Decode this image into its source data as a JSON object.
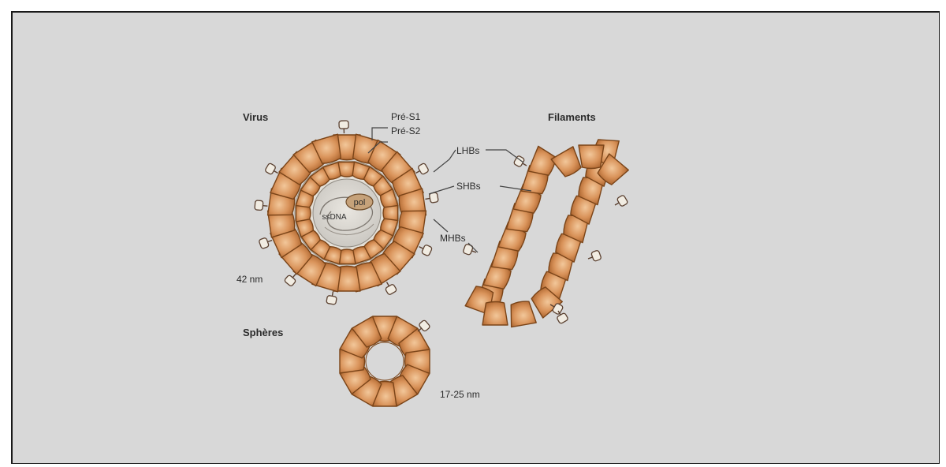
{
  "diagram": {
    "labels": {
      "virus": "Virus",
      "filaments": "Filaments",
      "spheres": "Sphères",
      "pre_s1": "Pré-S1",
      "pre_s2": "Pré-S2",
      "lhbs": "LHBs",
      "shbs": "SHBs",
      "mhbs": "MHBs",
      "pol": "pol",
      "dna": "ssDNA",
      "virus_size": "42 nm",
      "sphere_size": "17-25 nm"
    },
    "colors": {
      "background": "#d8d8d8",
      "subunit_fill": "#d9935a",
      "subunit_stroke": "#7a4418",
      "protrusion_fill": "#f1ece2",
      "text": "#2b2b2b"
    }
  }
}
